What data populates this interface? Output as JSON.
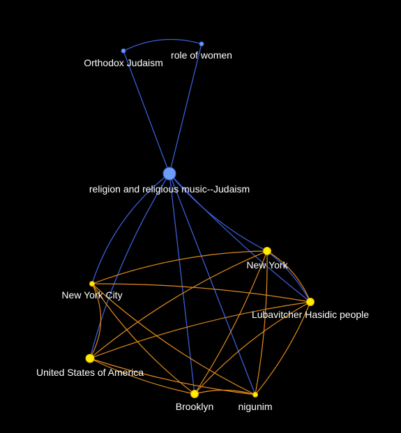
{
  "colors": {
    "background": "#000000",
    "topic_node": "#6f9cf5",
    "topic_edge": "#3b5fd9",
    "place_node": "#ffee00",
    "place_edge": "#e08a1e",
    "label": "#ffffff"
  },
  "nodes": [
    {
      "id": "religion",
      "label": "religion and religious music--Judaism",
      "group": "topic",
      "size": "large"
    },
    {
      "id": "orthodox",
      "label": "Orthodox Judaism",
      "group": "topic",
      "size": "small"
    },
    {
      "id": "women",
      "label": "role of women",
      "group": "topic",
      "size": "small"
    },
    {
      "id": "ny",
      "label": "New York",
      "group": "place",
      "size": "medium"
    },
    {
      "id": "nyc",
      "label": "New York City",
      "group": "place",
      "size": "small"
    },
    {
      "id": "lub",
      "label": "Lubavitcher Hasidic people",
      "group": "place",
      "size": "medium"
    },
    {
      "id": "usa",
      "label": "United States of America",
      "group": "place",
      "size": "medium"
    },
    {
      "id": "bk",
      "label": "Brooklyn",
      "group": "place",
      "size": "medium"
    },
    {
      "id": "nig",
      "label": "nigunim",
      "group": "place",
      "size": "small"
    }
  ],
  "edges": [
    {
      "source": "orthodox",
      "target": "women",
      "kind": "topic"
    },
    {
      "source": "orthodox",
      "target": "religion",
      "kind": "topic"
    },
    {
      "source": "women",
      "target": "religion",
      "kind": "topic"
    },
    {
      "source": "religion",
      "target": "ny",
      "kind": "topic"
    },
    {
      "source": "religion",
      "target": "nyc",
      "kind": "topic"
    },
    {
      "source": "religion",
      "target": "lub",
      "kind": "topic"
    },
    {
      "source": "religion",
      "target": "usa",
      "kind": "topic"
    },
    {
      "source": "religion",
      "target": "bk",
      "kind": "topic"
    },
    {
      "source": "religion",
      "target": "nig",
      "kind": "topic"
    },
    {
      "source": "ny",
      "target": "lub",
      "kind": "topic"
    },
    {
      "source": "nyc",
      "target": "ny",
      "kind": "place"
    },
    {
      "source": "nyc",
      "target": "lub",
      "kind": "place"
    },
    {
      "source": "nyc",
      "target": "usa",
      "kind": "place"
    },
    {
      "source": "nyc",
      "target": "bk",
      "kind": "place"
    },
    {
      "source": "nyc",
      "target": "nig",
      "kind": "place"
    },
    {
      "source": "usa",
      "target": "ny",
      "kind": "place"
    },
    {
      "source": "usa",
      "target": "lub",
      "kind": "place"
    },
    {
      "source": "usa",
      "target": "bk",
      "kind": "place"
    },
    {
      "source": "usa",
      "target": "nig",
      "kind": "place"
    },
    {
      "source": "ny",
      "target": "bk",
      "kind": "place"
    },
    {
      "source": "ny",
      "target": "nig",
      "kind": "place"
    },
    {
      "source": "ny",
      "target": "lub",
      "kind": "place"
    },
    {
      "source": "lub",
      "target": "bk",
      "kind": "place"
    },
    {
      "source": "lub",
      "target": "nig",
      "kind": "place"
    },
    {
      "source": "bk",
      "target": "nig",
      "kind": "place"
    }
  ]
}
